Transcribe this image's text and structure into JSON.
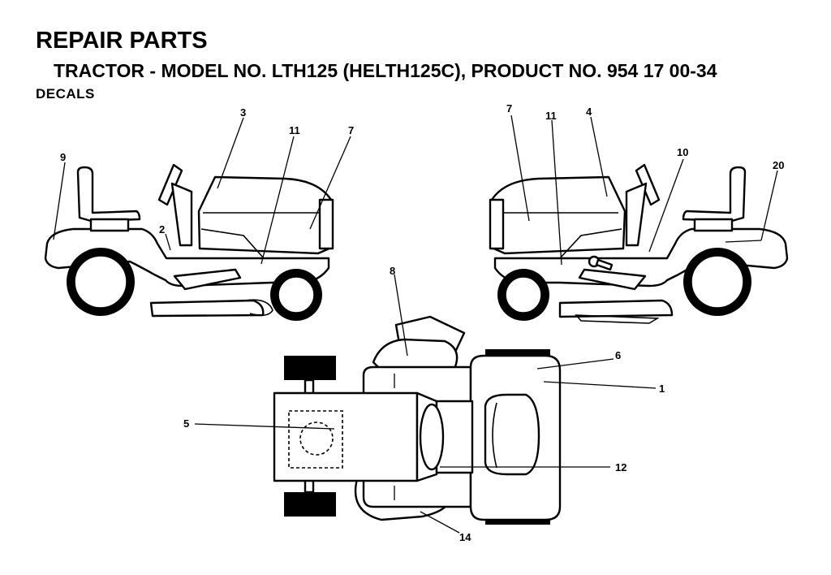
{
  "header": {
    "title": "REPAIR PARTS",
    "subtitle": "TRACTOR - MODEL NO. LTH125 (HELTH125C), PRODUCT NO. 954 17 00-34",
    "section": "DECALS"
  },
  "callouts": {
    "left_view": [
      "9",
      "3",
      "11",
      "7",
      "2"
    ],
    "right_view": [
      "7",
      "11",
      "4",
      "10",
      "20"
    ],
    "top_view": [
      "8",
      "6",
      "1",
      "5",
      "12",
      "14"
    ]
  }
}
